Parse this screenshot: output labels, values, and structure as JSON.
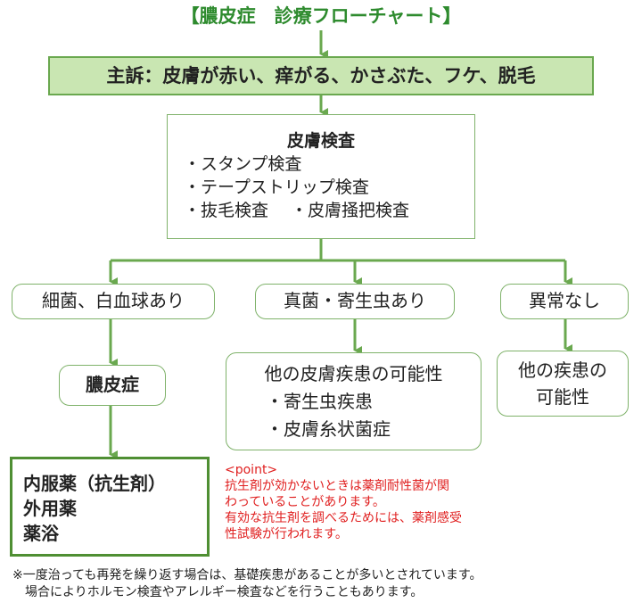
{
  "title": "【膿皮症　診療フローチャート】",
  "chief_complaint": "主訴：皮膚が赤い、痒がる、かさぶた、フケ、脱毛",
  "skin_exam": {
    "heading": "皮膚検査",
    "items": [
      "・スタンプ検査",
      "・テープストリップ検査",
      "・抜毛検査　 ・皮膚掻把検査"
    ]
  },
  "branches": {
    "bacteria": "細菌、白血球あり",
    "fungi": "真菌・寄生虫あり",
    "normal": "異常なし"
  },
  "pyoderma": "膿皮症",
  "other_skin_disease": {
    "heading": "他の皮膚疾患の可能性",
    "items": [
      "・寄生虫疾患",
      "・皮膚糸状菌症"
    ]
  },
  "other_disease": [
    "他の疾患の",
    "可能性"
  ],
  "treatment": [
    "内服薬（抗生剤）",
    "外用薬",
    "薬浴"
  ],
  "point": {
    "label": "<point>",
    "lines": [
      "抗生剤が効かないときは薬剤耐性菌が関",
      "わっていることがあります。",
      "有効な抗生剤を調べるためには、薬剤感受",
      "性試験が行われます。"
    ]
  },
  "footnote": [
    "※一度治っても再発を繰り返す場合は、基礎疾患があることが多いとされています。",
    "　場合によりホルモン検査やアレルギー検査などを行うこともあります。"
  ],
  "colors": {
    "title": "#2e8b2e",
    "complaint_fill": "#c9e6b2",
    "border": "#7fb26a",
    "arrow": "#6aa84f",
    "point_text": "#e02020"
  }
}
